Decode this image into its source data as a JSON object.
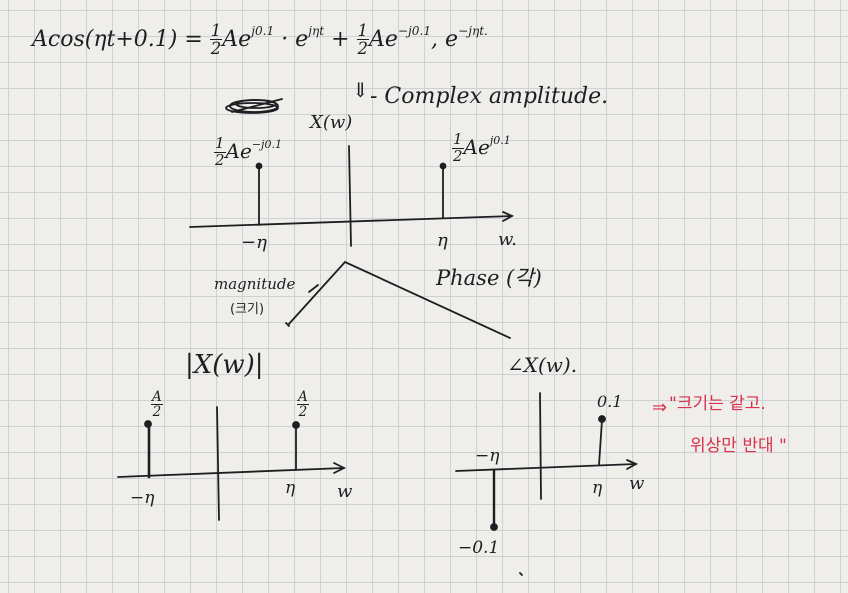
{
  "note": {
    "equation": {
      "lhs": "Acos(ηt+0.1) =",
      "t1_frac_num": "1",
      "t1_frac_den": "2",
      "t1_body": "Ae",
      "t1_exp": "j0.1",
      "t1_mid": "· e",
      "t1_exp2": "jηt",
      "plus": "+",
      "t2_frac_num": "1",
      "t2_frac_den": "2",
      "t2_body": "Ae",
      "t2_exp": "−j0.1",
      "t2_mid": ", e",
      "t2_exp2": "−jηt."
    },
    "arrow_down": "⇓",
    "x_label": "X(w)",
    "complex_label": "- Complex amplitude.",
    "spectrum": {
      "left_frac_num": "1",
      "left_frac_den": "2",
      "left_body": "Ae",
      "left_exp": "−j0.1",
      "right_frac_num": "1",
      "right_frac_den": "2",
      "right_body": "Ae",
      "right_exp": "j0.1",
      "tick_left": "−η",
      "tick_right": "η",
      "axis_w": "w."
    },
    "magnitude_label": "magnitude",
    "magnitude_kr": "(크기)",
    "phase_label": "Phase (각)",
    "mag_plot": {
      "title": "|X(w)|",
      "left_num": "A",
      "left_den": "2",
      "right_num": "A",
      "right_den": "2",
      "tick_left": "−η",
      "tick_right": "η",
      "axis_w": "w"
    },
    "phase_plot": {
      "title": "∠X(w).",
      "val_pos": "0.1",
      "val_neg": "−0.1",
      "tick_left": "−η",
      "tick_right": "η",
      "axis_w": "w"
    },
    "comment": {
      "line1": "\"크기는 같고.",
      "line2": "위상만 반대 \"",
      "arrow": "⇒",
      "color": "#d9314e"
    }
  }
}
